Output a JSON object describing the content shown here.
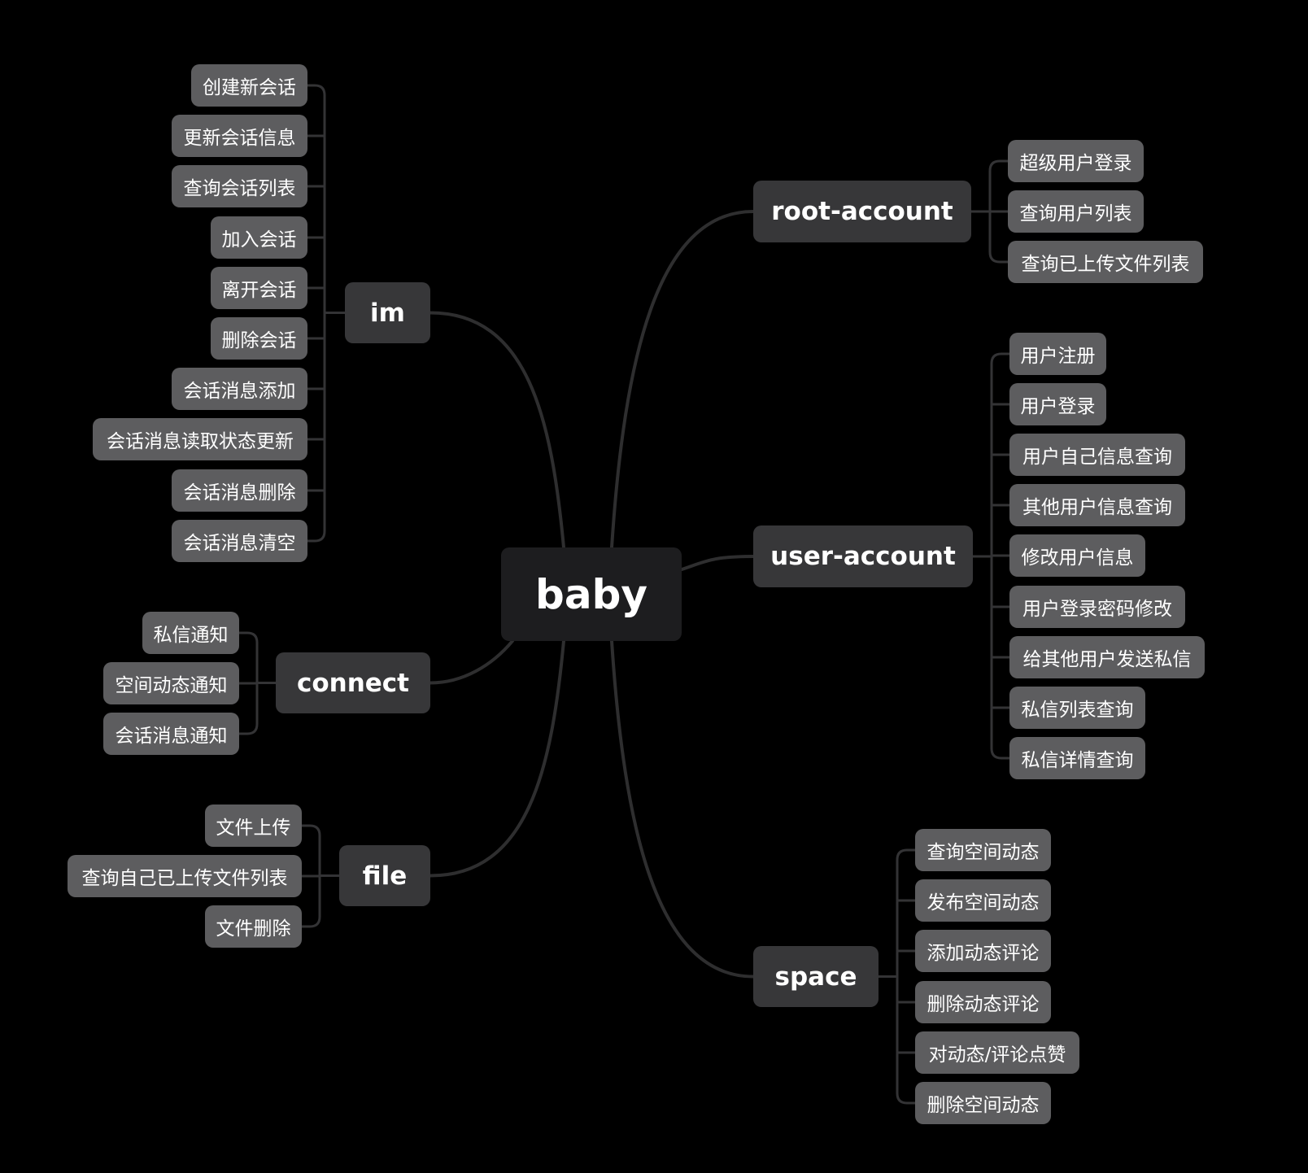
{
  "colors": {
    "background": "#000000",
    "root_fill": "#1d1d1f",
    "branch_fill": "#373739",
    "leaf_fill": "#5d5d5f",
    "connector": "#2e2e2f",
    "text": "#ffffff"
  },
  "root": {
    "label": "baby"
  },
  "branches": [
    {
      "id": "im",
      "label": "im",
      "side": "left",
      "children": [
        "创建新会话",
        "更新会话信息",
        "查询会话列表",
        "加入会话",
        "离开会话",
        "删除会话",
        "会话消息添加",
        "会话消息读取状态更新",
        "会话消息删除",
        "会话消息清空"
      ]
    },
    {
      "id": "connect",
      "label": "connect",
      "side": "left",
      "children": [
        "私信通知",
        "空间动态通知",
        "会话消息通知"
      ]
    },
    {
      "id": "file",
      "label": "file",
      "side": "left",
      "children": [
        "文件上传",
        "查询自己已上传文件列表",
        "文件删除"
      ]
    },
    {
      "id": "root-account",
      "label": "root-account",
      "side": "right",
      "children": [
        "超级用户登录",
        "查询用户列表",
        "查询已上传文件列表"
      ]
    },
    {
      "id": "user-account",
      "label": "user-account",
      "side": "right",
      "children": [
        "用户注册",
        "用户登录",
        "用户自己信息查询",
        "其他用户信息查询",
        "修改用户信息",
        "用户登录密码修改",
        "给其他用户发送私信",
        "私信列表查询",
        "私信详情查询"
      ]
    },
    {
      "id": "space",
      "label": "space",
      "side": "right",
      "children": [
        "查询空间动态",
        "发布空间动态",
        "添加动态评论",
        "删除动态评论",
        "对动态/评论点赞",
        "删除空间动态"
      ]
    }
  ]
}
